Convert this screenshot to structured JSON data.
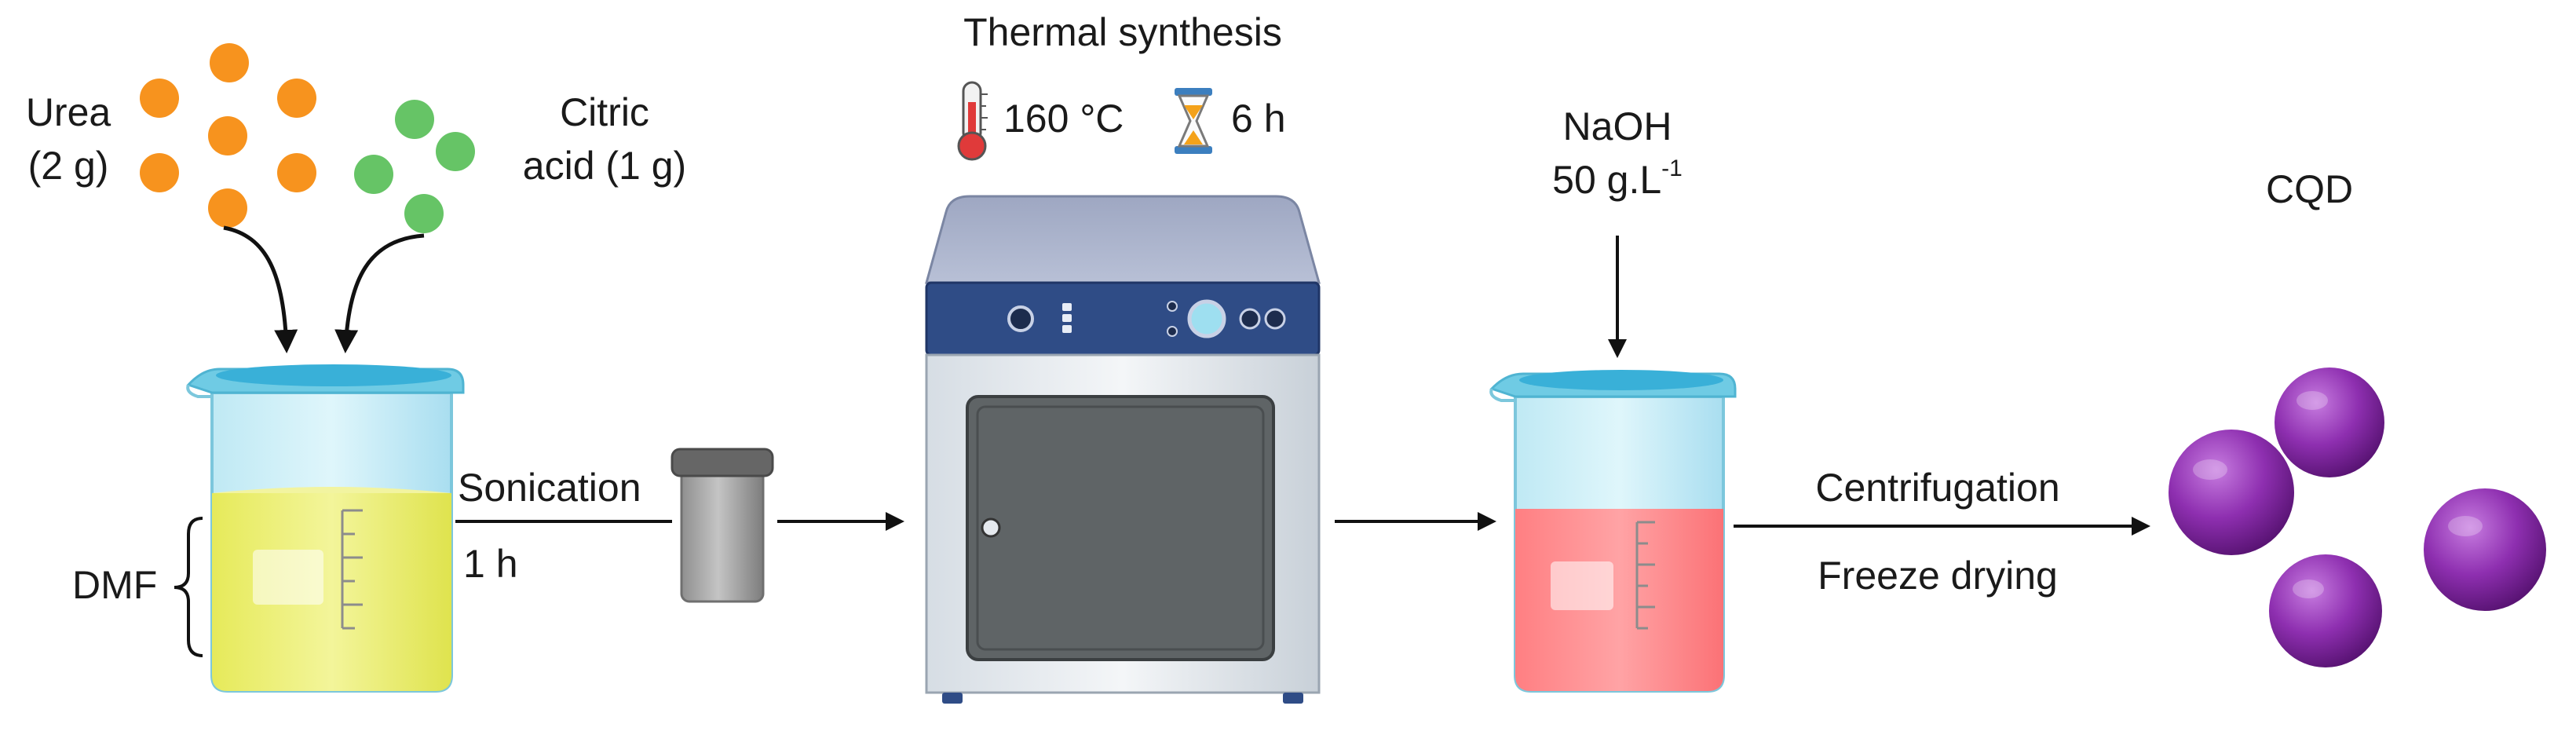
{
  "reagents": {
    "urea_name": "Urea",
    "urea_amount": "(2 g)",
    "citric_name": "Citric",
    "citric_amount": "acid (1 g)"
  },
  "solvent": {
    "label": "DMF"
  },
  "sonication": {
    "label": "Sonication",
    "duration": "1 h"
  },
  "thermal": {
    "title": "Thermal synthesis",
    "temperature": "160 °C",
    "time": "6 h",
    "temperature_icon": "thermometer-icon",
    "time_icon": "hourglass-icon"
  },
  "base": {
    "name": "NaOH",
    "concentration": "50 g.L",
    "exponent": "-1"
  },
  "purification": {
    "step1": "Centrifugation",
    "step2": "Freeze drying"
  },
  "product": {
    "label": "CQD"
  },
  "colors": {
    "urea": "#f7931e",
    "citric": "#66c466",
    "dmf": "#eef07a",
    "water": "#5fc6e0",
    "naoh_solution": "#ff8a8a",
    "cqd": "#8e2fb0",
    "oven_panel": "#2f4c86",
    "oven_door": "#5f6466"
  }
}
